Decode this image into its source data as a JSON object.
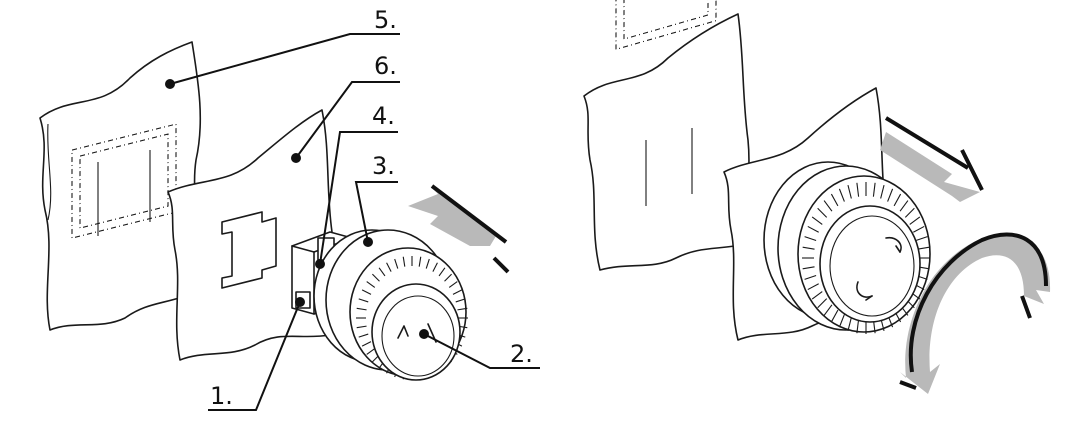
{
  "callouts": [
    {
      "id": "1",
      "label": "1."
    },
    {
      "id": "2",
      "label": "2."
    },
    {
      "id": "3",
      "label": "3."
    },
    {
      "id": "4",
      "label": "4."
    },
    {
      "id": "5",
      "label": "5."
    },
    {
      "id": "6",
      "label": "6."
    }
  ],
  "colors": {
    "line": "#1a1a1a",
    "arrow_fill": "#b9b9b9",
    "background": "#ffffff"
  },
  "icons": [
    "translation-arrow",
    "rotation-arrow"
  ]
}
